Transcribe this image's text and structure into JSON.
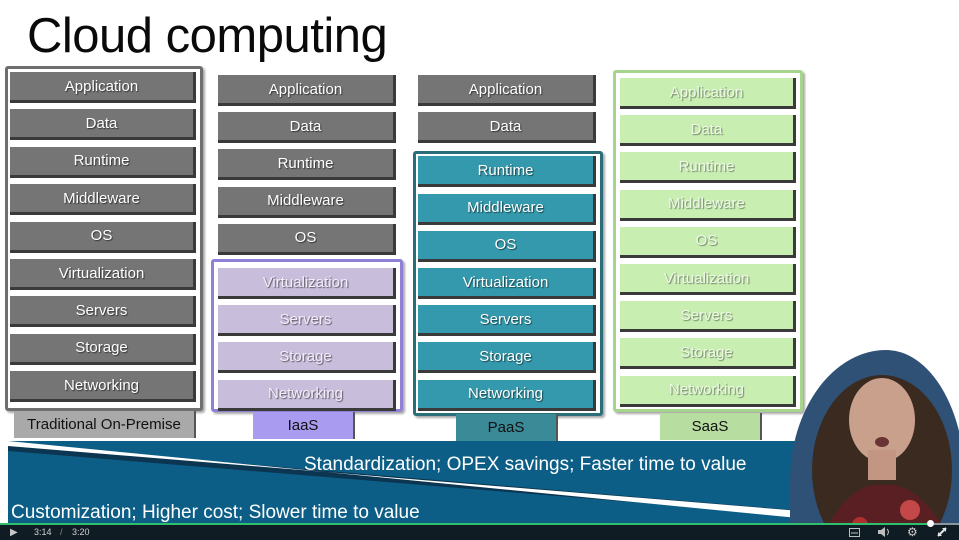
{
  "slide": {
    "title": "Cloud computing"
  },
  "layers": [
    "Application",
    "Data",
    "Runtime",
    "Middleware",
    "OS",
    "Virtualization",
    "Servers",
    "Storage",
    "Networking"
  ],
  "columns": [
    {
      "id": "on-premise",
      "label": "Traditional On-Premise",
      "label_color": "#a9a9a9",
      "managed_by_provider_from": "none",
      "layers": [
        {
          "label": "Application",
          "style": "gray"
        },
        {
          "label": "Data",
          "style": "gray"
        },
        {
          "label": "Runtime",
          "style": "gray"
        },
        {
          "label": "Middleware",
          "style": "gray"
        },
        {
          "label": "OS",
          "style": "gray"
        },
        {
          "label": "Virtualization",
          "style": "gray"
        },
        {
          "label": "Servers",
          "style": "gray"
        },
        {
          "label": "Storage",
          "style": "gray"
        },
        {
          "label": "Networking",
          "style": "gray"
        }
      ]
    },
    {
      "id": "iaas",
      "label": "IaaS",
      "label_color": "#a99cf0",
      "managed_by_provider_from": "Virtualization",
      "layers": [
        {
          "label": "Application",
          "style": "gray"
        },
        {
          "label": "Data",
          "style": "gray"
        },
        {
          "label": "Runtime",
          "style": "gray"
        },
        {
          "label": "Middleware",
          "style": "gray"
        },
        {
          "label": "OS",
          "style": "gray"
        },
        {
          "label": "Virtualization",
          "style": "lavender"
        },
        {
          "label": "Servers",
          "style": "lavender"
        },
        {
          "label": "Storage",
          "style": "lavender"
        },
        {
          "label": "Networking",
          "style": "lavender"
        }
      ]
    },
    {
      "id": "paas",
      "label": "PaaS",
      "label_color": "#3a8a98",
      "managed_by_provider_from": "Runtime",
      "layers": [
        {
          "label": "Application",
          "style": "gray"
        },
        {
          "label": "Data",
          "style": "gray"
        },
        {
          "label": "Runtime",
          "style": "teal"
        },
        {
          "label": "Middleware",
          "style": "teal"
        },
        {
          "label": "OS",
          "style": "teal"
        },
        {
          "label": "Virtualization",
          "style": "teal"
        },
        {
          "label": "Servers",
          "style": "teal"
        },
        {
          "label": "Storage",
          "style": "teal"
        },
        {
          "label": "Networking",
          "style": "teal"
        }
      ]
    },
    {
      "id": "saas",
      "label": "SaaS",
      "label_color": "#b7dea0",
      "managed_by_provider_from": "Application",
      "layers": [
        {
          "label": "Application",
          "style": "lime"
        },
        {
          "label": "Data",
          "style": "lime"
        },
        {
          "label": "Runtime",
          "style": "lime"
        },
        {
          "label": "Middleware",
          "style": "lime"
        },
        {
          "label": "OS",
          "style": "lime"
        },
        {
          "label": "Virtualization",
          "style": "lime"
        },
        {
          "label": "Servers",
          "style": "lime"
        },
        {
          "label": "Storage",
          "style": "lime"
        },
        {
          "label": "Networking",
          "style": "lime"
        }
      ]
    }
  ],
  "band": {
    "top_text": "Standardization; OPEX savings; Faster time to value",
    "bottom_text": "Customization; Higher cost; Slower time to value",
    "color": "#0d5e86"
  },
  "player": {
    "current_time": "3:14",
    "separator": "/",
    "duration": "3:20",
    "progress_fraction": 0.97,
    "icons": {
      "play": "play-icon",
      "captions": "captions-icon",
      "volume": "volume-icon",
      "settings": "gear-icon",
      "fullscreen": "fullscreen-icon"
    }
  },
  "presenter": {
    "description": "presenter-video-overlay"
  }
}
